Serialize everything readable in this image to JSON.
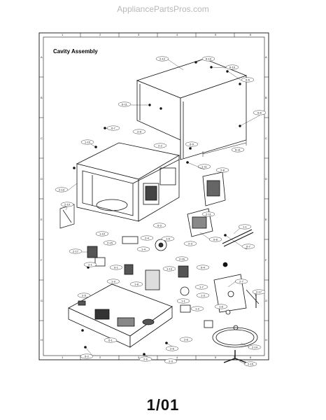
{
  "watermark": "AppliancePartsPros.com",
  "title": "Cavity Assembly",
  "page_number": "1/01",
  "grid": {
    "columns": [
      "1",
      "2",
      "3",
      "4",
      "5",
      "6"
    ],
    "rows": [
      "A",
      "B",
      "C",
      "D",
      "E",
      "F",
      "G",
      "H"
    ]
  },
  "callouts": [
    "2-12",
    "6-10",
    "6-10",
    "6-5",
    "6-11",
    "6-6",
    "6-7",
    "1-10",
    "2-8",
    "2-2",
    "6-9",
    "2-13",
    "1-11",
    "2-8",
    "2-10",
    "6-11",
    "6-3",
    "2-11",
    "1-1",
    "6-8",
    "2-17",
    "1-10",
    "2-15",
    "2-4",
    "2-3",
    "1-4",
    "1-5",
    "2-1",
    "6-1",
    "6-7",
    "1-9",
    "1-8",
    "1-13",
    "2-16",
    "6-4",
    "2-7",
    "2-17",
    "1-2",
    "1-3",
    "2-5",
    "1-1",
    "1-7",
    "1-6",
    "2-14",
    "6-1",
    "2-6",
    "2-6",
    "2-6",
    "6-2",
    "2-15",
    "2-3"
  ]
}
